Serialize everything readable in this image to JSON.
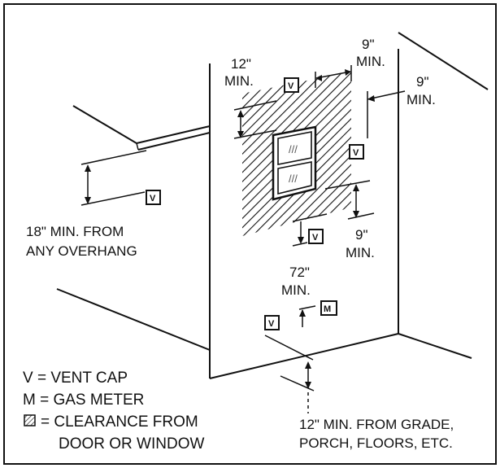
{
  "labels": {
    "top_left_12": "12\"",
    "top_left_min": "MIN.",
    "top_9_a": "9\"",
    "top_9_a_min": "MIN.",
    "top_9_b": "9\"",
    "top_9_b_min": "MIN.",
    "overhang_1": "18\" MIN. FROM",
    "overhang_2": "ANY OVERHANG",
    "below_9": "9\"",
    "below_9_min": "MIN.",
    "meter_72": "72\"",
    "meter_72_min": "MIN.",
    "grade_1": "12\" MIN. FROM GRADE,",
    "grade_2": "PORCH, FLOORS, ETC."
  },
  "legend": {
    "v": "V = VENT CAP",
    "m": "M = GAS METER",
    "hatch_1": "= CLEARANCE FROM",
    "hatch_2": "DOOR OR WINDOW"
  },
  "boxes": {
    "vent": "V",
    "meter": "M"
  }
}
